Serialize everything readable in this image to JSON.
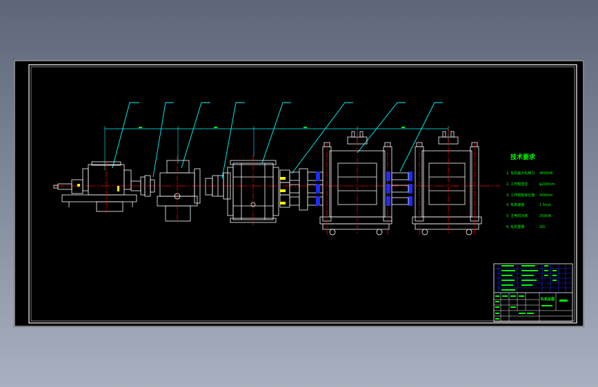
{
  "colors": {
    "background": "#000000",
    "frame": "#ffffff",
    "centerline": "#ff0000",
    "leader": "#00ffff",
    "dimension": "#00ffff",
    "text": "#00ff00",
    "coupling": "#0000ff",
    "title_block_lines": "#0000ff"
  },
  "tech_requirements": {
    "title": "技术要求",
    "items": [
      "1. 轧机最大轧制力",
      "2. 工作辊直径",
      "3. 工作辊辊身长度",
      "4. 轧制速度",
      "5. 主电机功率",
      "6. 轧机重量"
    ],
    "values": [
      "4000kN",
      "φ200mm",
      "500mm",
      "1.5m/s",
      "250kW",
      "32t"
    ]
  },
  "title_block": {
    "drawing_title": "轧机总图"
  }
}
